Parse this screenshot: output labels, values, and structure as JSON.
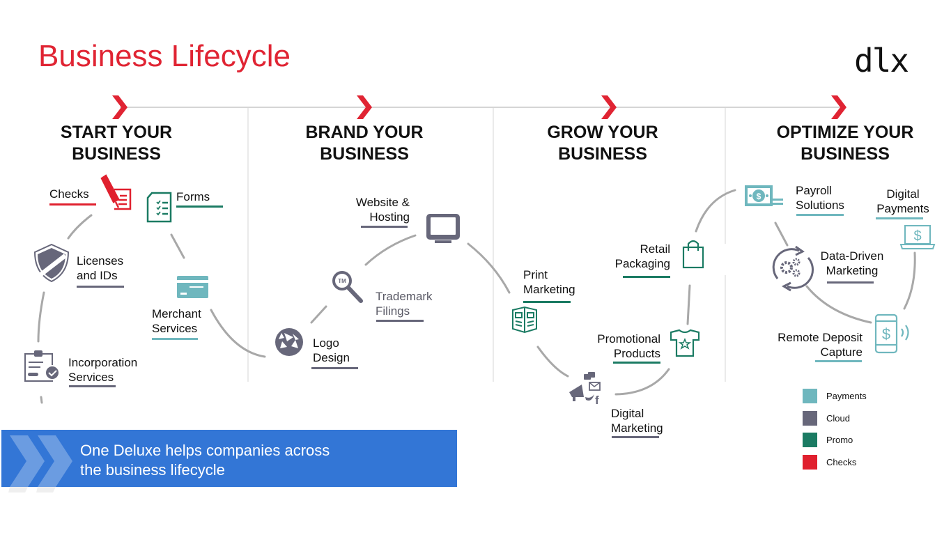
{
  "title": "Business Lifecycle",
  "logo": "dlx",
  "stages": [
    {
      "line1": "START YOUR",
      "line2": "BUSINESS"
    },
    {
      "line1": "BRAND YOUR",
      "line2": "BUSINESS"
    },
    {
      "line1": "GROW YOUR",
      "line2": "BUSINESS"
    },
    {
      "line1": "OPTIMIZE YOUR",
      "line2": "BUSINESS"
    }
  ],
  "colors": {
    "title_red": "#e02433",
    "payments": "#6fb7be",
    "cloud": "#67677a",
    "promo": "#1b7b63",
    "checks": "#e0202e",
    "banner_blue": "#3376d6",
    "connector": "#a6a6a6"
  },
  "services": {
    "checks": {
      "line1": "Checks",
      "category": "Checks",
      "icon": "check-pen-icon"
    },
    "forms": {
      "line1": "Forms",
      "category": "Promo",
      "icon": "form-checklist-icon"
    },
    "licenses": {
      "line1": "Licenses",
      "line2": "and IDs",
      "category": "Cloud",
      "icon": "shield-icon"
    },
    "merchant": {
      "line1": "Merchant",
      "line2": "Services",
      "category": "Payments",
      "icon": "credit-card-icon"
    },
    "incorporation": {
      "line1": "Incorporation",
      "line2": "Services",
      "category": "Cloud",
      "icon": "clipboard-check-icon"
    },
    "website": {
      "line1": "Website &",
      "line2": "Hosting",
      "category": "Cloud",
      "icon": "monitor-icon"
    },
    "trademark": {
      "line1": "Trademark",
      "line2": "Filings",
      "category": "Cloud",
      "icon": "trademark-search-icon"
    },
    "logo_design": {
      "line1": "Logo",
      "line2": "Design",
      "category": "Cloud",
      "icon": "aperture-icon"
    },
    "print": {
      "line1": "Print",
      "line2": "Marketing",
      "category": "Promo",
      "icon": "newspaper-icon"
    },
    "retail": {
      "line1": "Retail",
      "line2": "Packaging",
      "category": "Promo",
      "icon": "shopping-bag-icon"
    },
    "promotional": {
      "line1": "Promotional",
      "line2": "Products",
      "category": "Promo",
      "icon": "tshirt-star-icon"
    },
    "digital_marketing": {
      "line1": "Digital",
      "line2": "Marketing",
      "category": "Cloud",
      "icon": "megaphone-social-icon"
    },
    "payroll": {
      "line1": "Payroll",
      "line2": "Solutions",
      "category": "Payments",
      "icon": "banknote-icon"
    },
    "digital_payments": {
      "line1": "Digital",
      "line2": "Payments",
      "category": "Payments",
      "icon": "laptop-dollar-icon"
    },
    "data_driven": {
      "line1": "Data-Driven",
      "line2": "Marketing",
      "category": "Cloud",
      "icon": "gears-cycle-icon"
    },
    "remote_deposit": {
      "line1": "Remote Deposit",
      "line2": "Capture",
      "category": "Payments",
      "icon": "mobile-dollar-icon"
    }
  },
  "legend": [
    {
      "label": "Payments",
      "color": "#6fb7be"
    },
    {
      "label": "Cloud",
      "color": "#67677a"
    },
    {
      "label": "Promo",
      "color": "#1b7b63"
    },
    {
      "label": "Checks",
      "color": "#e0202e"
    }
  ],
  "banner": {
    "line1": "One Deluxe helps companies across",
    "line2": "the business lifecycle"
  }
}
